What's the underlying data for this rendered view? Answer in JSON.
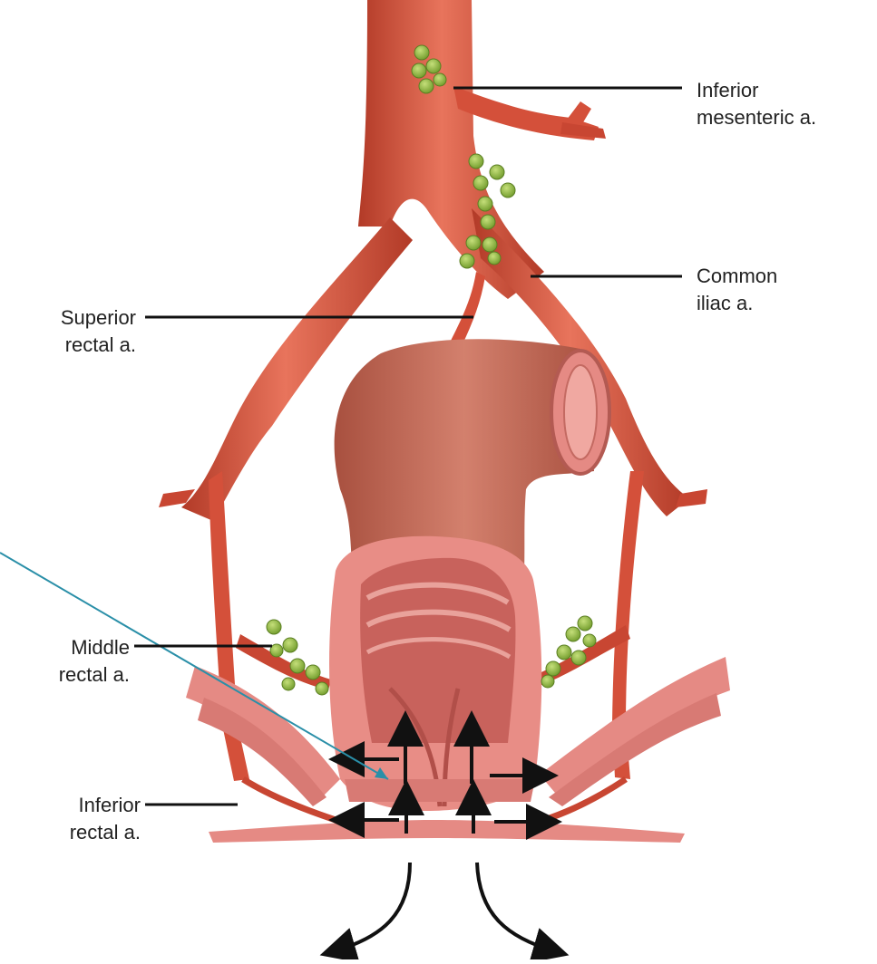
{
  "diagram": {
    "labels": {
      "inferior_mesenteric": "Inferior\nmesenteric a.",
      "common_iliac": "Common\niliac a.",
      "superior_rectal": "Superior\nrectal a.",
      "middle_rectal": "Middle\nrectal a.",
      "inferior_rectal": "Inferior\nrectal a."
    },
    "colors": {
      "artery": "#d4503a",
      "artery_dark": "#b23a27",
      "artery_light": "#e8745c",
      "rectum": "#e88d86",
      "rectum_dark": "#c8625c",
      "colon": "#c9705f",
      "node": "#93b940",
      "arrow": "#111111",
      "pointer": "#2a8fa8"
    }
  }
}
